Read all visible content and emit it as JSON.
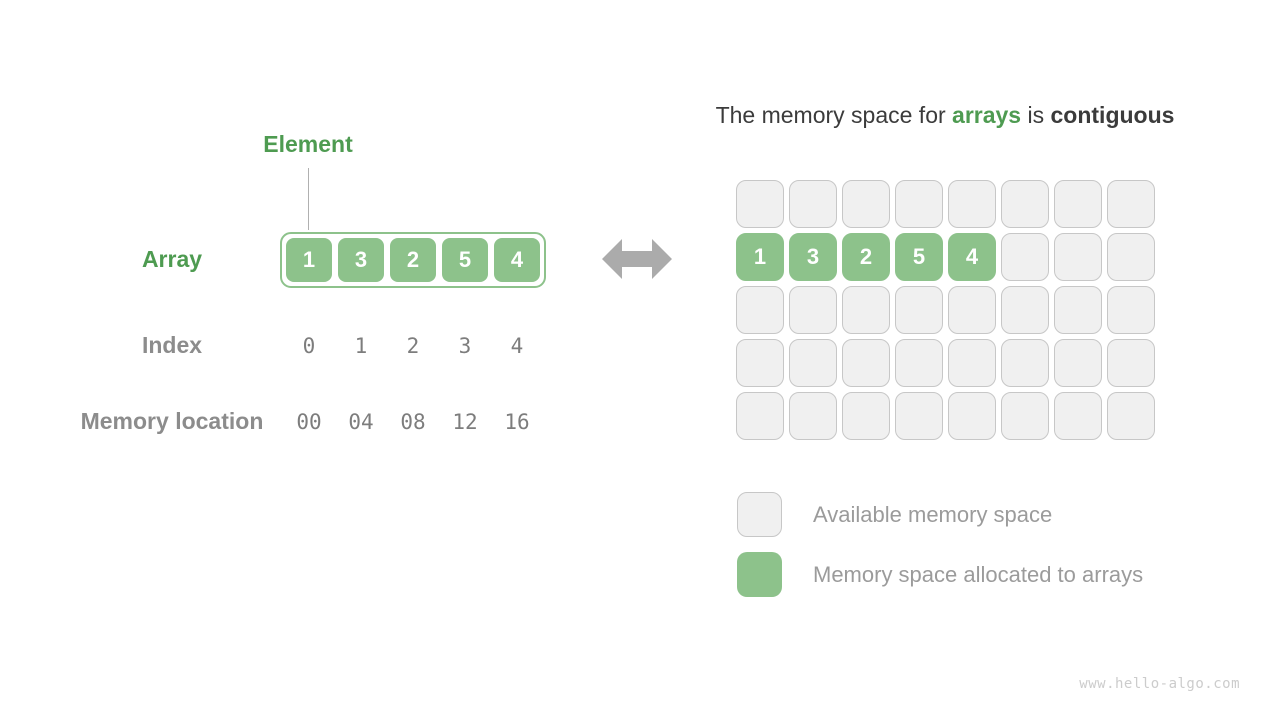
{
  "colors": {
    "green_fill": "#8dc28b",
    "green_text": "#4e9b51",
    "dark_text": "#3b3b3b",
    "label_gray": "#8c8c8c",
    "arrow_gray": "#ababab",
    "available_cell_bg": "#f0f0f0",
    "available_cell_border": "#c7c7c7"
  },
  "left_panel": {
    "element_label": "Element",
    "array_label": "Array",
    "array_values": [
      "1",
      "3",
      "2",
      "5",
      "4"
    ],
    "index_label": "Index",
    "index_values": [
      "0",
      "1",
      "2",
      "3",
      "4"
    ],
    "memory_label": "Memory location",
    "memory_values": [
      "00",
      "04",
      "08",
      "12",
      "16"
    ]
  },
  "right_panel": {
    "title": {
      "prefix": "The memory space for ",
      "highlight": "arrays",
      "middle": " is ",
      "emphasis": "contiguous"
    },
    "grid": {
      "rows": 5,
      "cols": 8,
      "allocated_row": 1,
      "allocated_values": [
        "1",
        "3",
        "2",
        "5",
        "4"
      ]
    },
    "legend": [
      {
        "swatch": "available",
        "label": "Available memory space"
      },
      {
        "swatch": "allocated",
        "label": "Memory space allocated to arrays"
      }
    ]
  },
  "watermark": "www.hello-algo.com"
}
